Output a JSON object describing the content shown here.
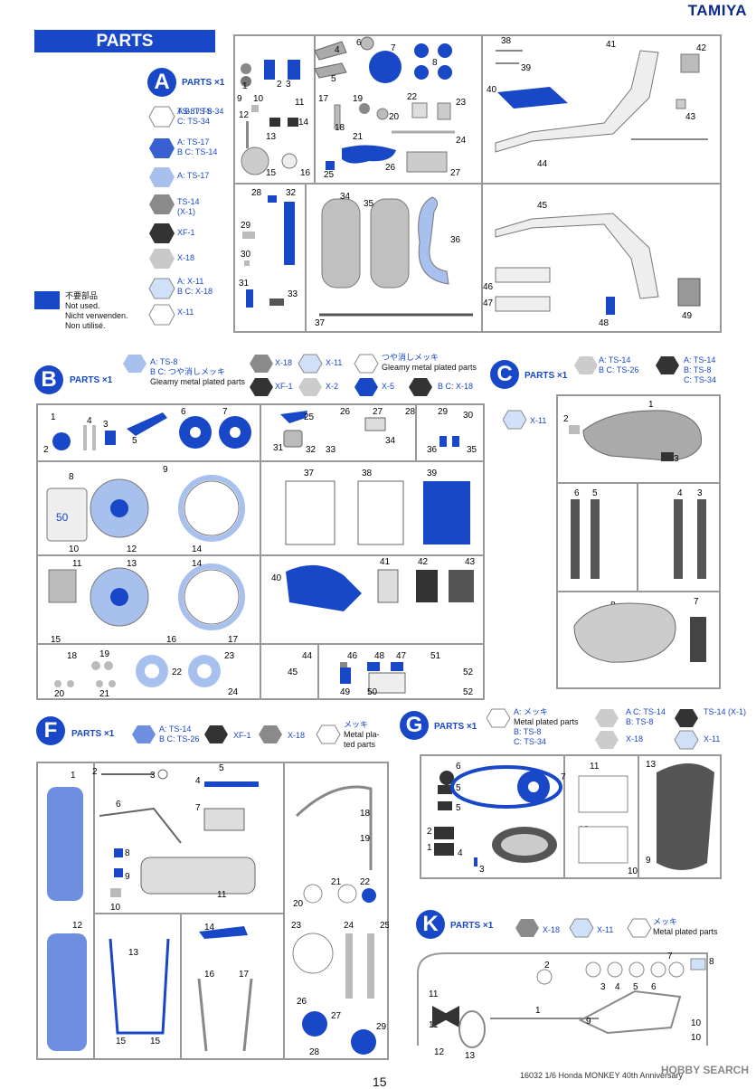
{
  "brand": "TAMIYA",
  "banner": "PARTS",
  "unused": {
    "ja": "不要部品",
    "en": "Not used.",
    "de": "Nicht verwenden.",
    "fr": "Non utilisé."
  },
  "sections": {
    "A": {
      "letter": "A",
      "title": "PARTS ×1",
      "legend": [
        {
          "chips": "A B C",
          "codes": "TS-8 / TS-34"
        },
        {
          "chips": "A B C",
          "codes": "TS-17 / TS-14"
        },
        {
          "chips": "A",
          "codes": "TS-17"
        },
        {
          "chips": "",
          "codes": "TS-14 (X-1)"
        },
        {
          "chips": "",
          "codes": "XF-1"
        },
        {
          "chips": "",
          "codes": "X-18"
        },
        {
          "chips": "A B C",
          "codes": "X-11 / X-18"
        },
        {
          "chips": "",
          "codes": "X-11"
        }
      ]
    },
    "B": {
      "letter": "B",
      "title": "PARTS ×1",
      "legend1": "A: TS-8",
      "legend1b": "B C: つや消しメッキ",
      "legend1c": "Gleamy metal plated parts",
      "codes": [
        "X-18",
        "X-11",
        "つや消しメッキ",
        "Gleamy metal plated parts",
        "XF-1",
        "X-2",
        "X-5",
        "B C: X-18"
      ]
    },
    "C": {
      "letter": "C",
      "title": "PARTS ×1",
      "codes": [
        "A: TS-14",
        "B C: TS-26",
        "A: TS-14",
        "B: TS-8",
        "C: TS-34",
        "X-11"
      ]
    },
    "F": {
      "letter": "F",
      "title": "PARTS ×1",
      "codes": [
        "A: TS-14",
        "B C: TS-26",
        "XF-1",
        "X-18",
        "メッキ",
        "Metal pla-ted parts"
      ]
    },
    "G": {
      "letter": "G",
      "title": "PARTS ×1",
      "codes": [
        "A: メッキ",
        "Metal plated parts",
        "B: TS-8",
        "C: TS-34",
        "A C: TS-14",
        "B: TS-8",
        "TS-14 (X-1)",
        "X-18",
        "X-11"
      ]
    },
    "K": {
      "letter": "K",
      "title": "PARTS ×1",
      "codes": [
        "X-18",
        "X-11",
        "メッキ",
        "Metal plated parts"
      ]
    }
  },
  "footer": "16032 1/6 Honda MONKEY 40th Anniversary",
  "page": "15",
  "watermark": "HOBBY SEARCH"
}
